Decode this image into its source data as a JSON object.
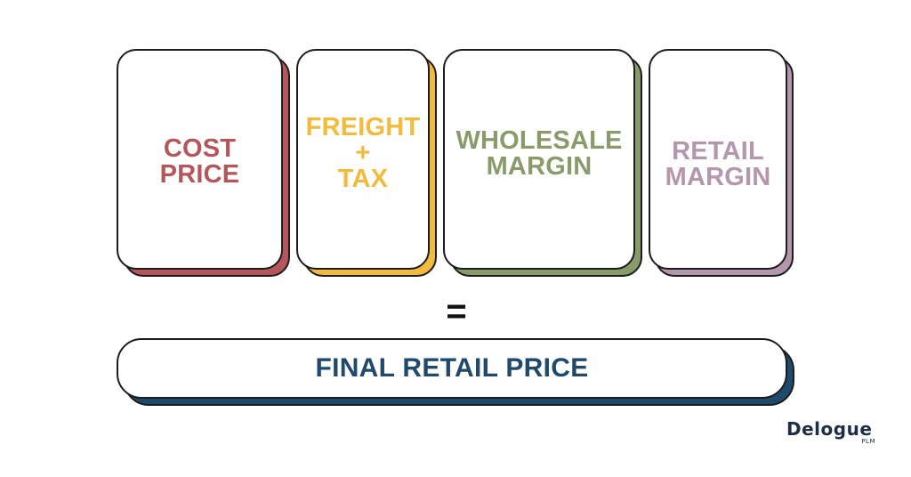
{
  "colors": {
    "cost": "#b5565a",
    "freight": "#f2bb3b",
    "wholesale": "#8a9b6a",
    "retail": "#b497ad",
    "final": "#1f4a6b",
    "outline": "#1c1c1c"
  },
  "components": [
    {
      "label": "COST\nPRICE",
      "color_key": "cost"
    },
    {
      "label": "FREIGHT\n+\nTAX",
      "color_key": "freight"
    },
    {
      "label": "WHOLESALE\nMARGIN",
      "color_key": "wholesale"
    },
    {
      "label": "RETAIL\nMARGIN",
      "color_key": "retail"
    }
  ],
  "equals_sign": "=",
  "result": {
    "label": "FINAL RETAIL PRICE",
    "color_key": "final"
  },
  "logo": {
    "name": "Delogue",
    "suffix": "PLM"
  }
}
